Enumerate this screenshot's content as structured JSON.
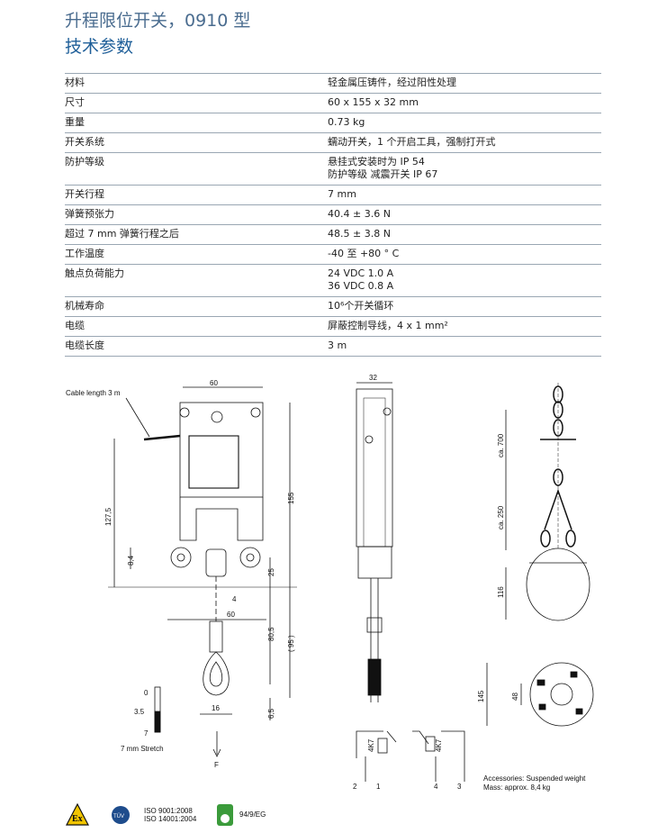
{
  "header": {
    "title": "升程限位开关，0910 型",
    "subtitle": "技术参数"
  },
  "specs": [
    {
      "key": "材料",
      "value": [
        "轻金属压铸件，经过阳性处理"
      ]
    },
    {
      "key": "尺寸",
      "value": [
        "60 x 155 x 32 mm"
      ]
    },
    {
      "key": "重量",
      "value": [
        "0.73 kg"
      ]
    },
    {
      "key": "开关系统",
      "value": [
        "蠕动开关，1 个开启工具，强制打开式"
      ]
    },
    {
      "key": "防护等级",
      "value": [
        "悬挂式安装时为 IP 54",
        "防护等级 减震开关 IP 67"
      ]
    },
    {
      "key": "开关行程",
      "value": [
        "7 mm"
      ]
    },
    {
      "key": "弹簧预张力",
      "value": [
        "40.4 ± 3.6 N"
      ]
    },
    {
      "key": "超过 7 mm 弹簧行程之后",
      "value": [
        "48.5 ± 3.8 N"
      ]
    },
    {
      "key": "工作温度",
      "value": [
        "-40 至 +80 ° C"
      ]
    },
    {
      "key": "触点负荷能力",
      "value": [
        "24 VDC 1.0 A",
        "36 VDC 0.8 A"
      ]
    },
    {
      "key": "机械寿命",
      "value": [
        "10⁶个开关循环"
      ]
    },
    {
      "key": "电缆",
      "value": [
        "屏蔽控制导线，4 x 1 mm²"
      ]
    },
    {
      "key": "电缆长度",
      "value": [
        "3 m"
      ]
    }
  ],
  "drawing": {
    "cable_label": "Cable length 3 m",
    "dim_60_top": "60",
    "dim_127_5": "127,5",
    "dim_8_4": "8,4",
    "dim_155": "155",
    "dim_25": "25",
    "dim_4": "4",
    "dim_60_bottom": "60",
    "dim_80_5": "80,5",
    "dim_95": "( 95 )",
    "dim_16": "16",
    "dim_6_5": "6,5",
    "stretch_0": "0",
    "stretch_3_5": "3.5",
    "stretch_7": "7",
    "stretch_label": "7 mm Stretch",
    "force_label": "F",
    "dim_32": "32",
    "dim_700": "ca. 700",
    "dim_250": "ca. 250",
    "dim_116": "116",
    "dim_145": "145",
    "dim_48": "48",
    "switch_4k7_a": "4K7",
    "switch_4k7_b": "4K7",
    "terminal_2": "2",
    "terminal_1": "1",
    "terminal_4": "4",
    "terminal_3": "3",
    "accessory_line1": "Accessories:  Suspended weight",
    "accessory_line2": "Mass:  approx. 8,4 kg"
  },
  "footer": {
    "cert_iso1": "ISO 9001:2008",
    "cert_iso2": "ISO 14001:2004",
    "cert_eg": "94/9/EG",
    "tuv_label": "TÜV"
  },
  "colors": {
    "title": "#1f5f99",
    "rule": "#9aa7b3"
  }
}
